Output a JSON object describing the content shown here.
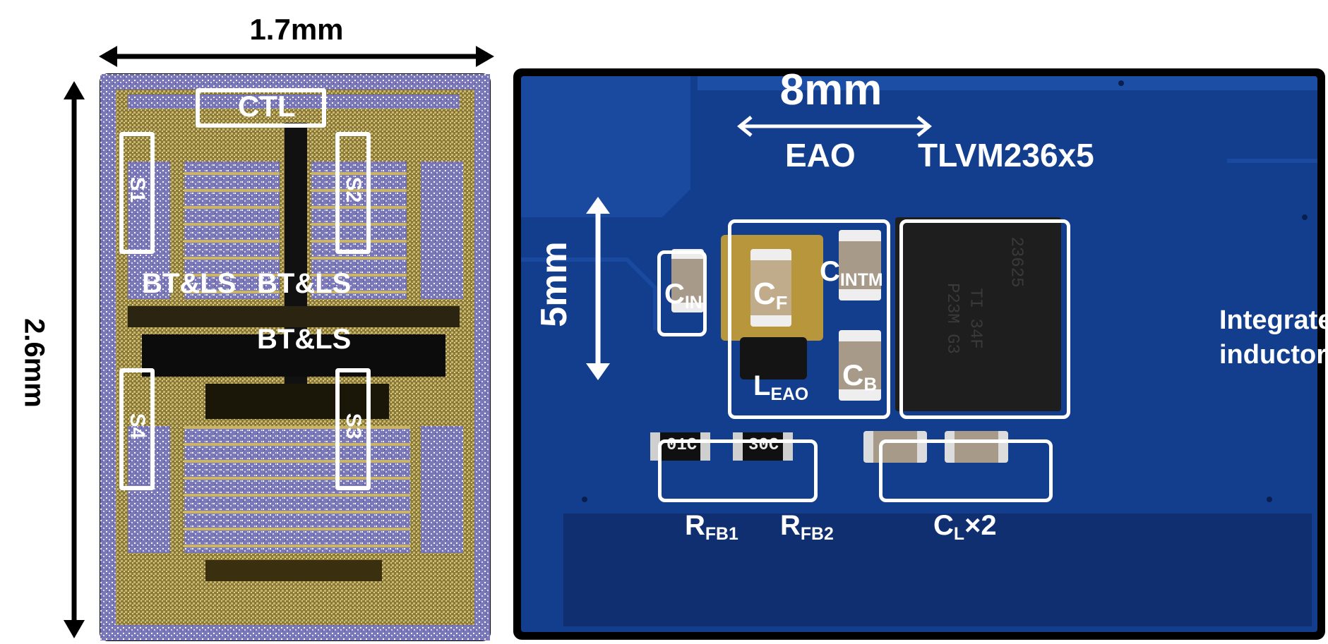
{
  "die": {
    "width_label": "1.7mm",
    "height_label": "2.6mm",
    "blocks": {
      "ctl": "CTL",
      "s1": "S1",
      "s2": "S2",
      "s3": "S3",
      "s4": "S4",
      "btls_left": "BT&LS",
      "btls_right": "BT&LS",
      "btls_center": "BT&LS"
    },
    "colors": {
      "frame": "#000000",
      "metal": "#b8a35a",
      "label": "#ffffff"
    }
  },
  "board": {
    "width_label": "8mm",
    "height_label": "5mm",
    "eao_label": "EAO",
    "module_label": "TLVM236x5",
    "inductor_label": "Integrated inductor",
    "chip_marking": [
      "TI 34F",
      "P23M G3",
      "23625"
    ],
    "resistor_codes": [
      "01C",
      "30C"
    ],
    "components": {
      "cin": {
        "main": "C",
        "sub": "IN"
      },
      "cf": {
        "main": "C",
        "sub": "F"
      },
      "cintm": {
        "main": "C",
        "sub": "INTM"
      },
      "cb": {
        "main": "C",
        "sub": "B"
      },
      "leao": {
        "main": "L",
        "sub": "EAO"
      },
      "rfb1": {
        "main": "R",
        "sub": "FB1"
      },
      "rfb2": {
        "main": "R",
        "sub": "FB2"
      },
      "cl": {
        "main": "C",
        "sub": "L",
        "suffix": "×2"
      }
    },
    "colors": {
      "pcb": "#123d8c",
      "frame": "#000000",
      "label": "#ffffff"
    }
  }
}
